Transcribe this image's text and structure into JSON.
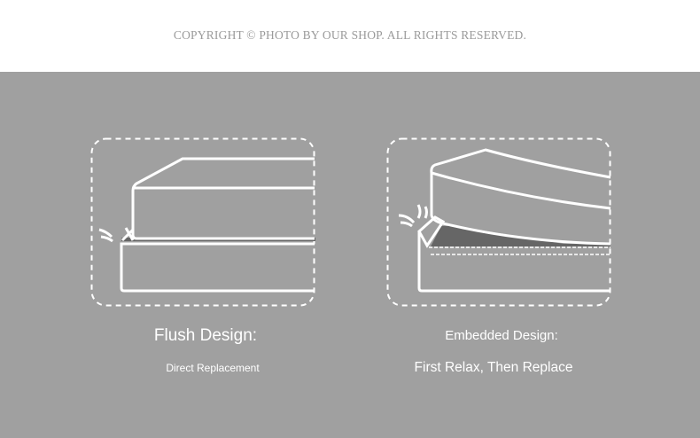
{
  "header": {
    "copyright": "COPYRIGHT © PHOTO BY OUR SHOP. ALL RIGHTS RESERVED."
  },
  "designs": [
    {
      "title": "Flush Design:",
      "subtitle": "Direct Replacement",
      "icon": "flush-mattress-illustration"
    },
    {
      "title": "Embedded Design:",
      "subtitle": "First Relax, Then Replace",
      "icon": "embedded-mattress-illustration"
    }
  ],
  "colors": {
    "panel": "#a0a0a0",
    "line": "#ffffff",
    "gap": "#666666"
  }
}
